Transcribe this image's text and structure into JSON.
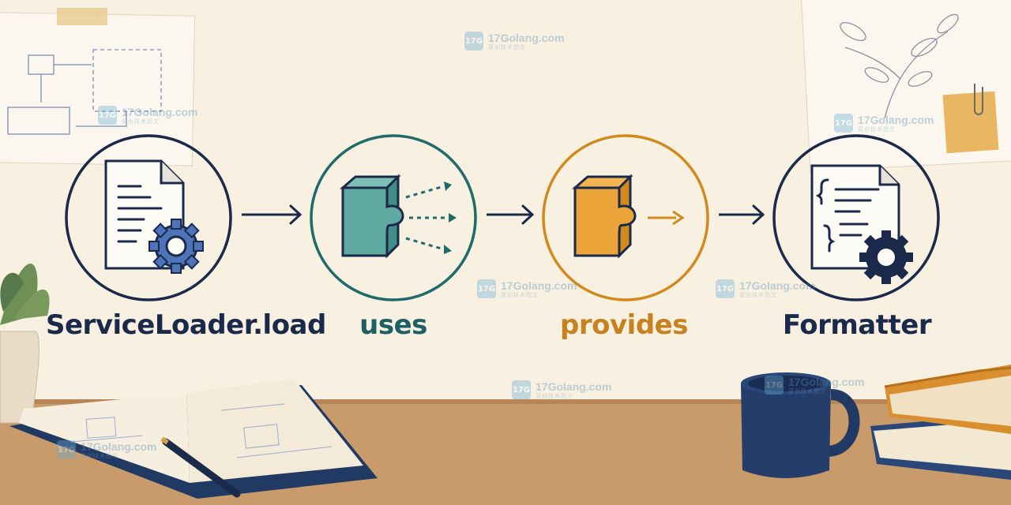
{
  "diagram": {
    "nodes": [
      {
        "id": "serviceloader",
        "label": "ServiceLoader.load",
        "icon": "document-gear-icon",
        "ring_color": "#1b2a4a",
        "label_color": "#1b2a4a"
      },
      {
        "id": "uses",
        "label": "uses",
        "icon": "puzzle-cube-teal-icon",
        "ring_color": "#1f6b6b",
        "label_color": "#1f5f63"
      },
      {
        "id": "provides",
        "label": "provides",
        "icon": "puzzle-cube-orange-icon",
        "ring_color": "#d08a1e",
        "label_color": "#c7821f"
      },
      {
        "id": "formatter",
        "label": "Formatter",
        "icon": "code-document-gear-icon",
        "ring_color": "#1b2a4a",
        "label_color": "#1b2a4a"
      }
    ],
    "edges": [
      {
        "from": "serviceloader",
        "to": "uses"
      },
      {
        "from": "uses",
        "to": "provides"
      },
      {
        "from": "provides",
        "to": "formatter"
      }
    ]
  },
  "watermark": {
    "site": "17Golang.com",
    "subtitle": "原创技术图文",
    "logo_text": "17G"
  },
  "colors": {
    "background": "#f8f1e2",
    "navy": "#1b2a4a",
    "teal": "#1f6b6b",
    "orange": "#d08a1e",
    "desk": "#c99a6a"
  }
}
